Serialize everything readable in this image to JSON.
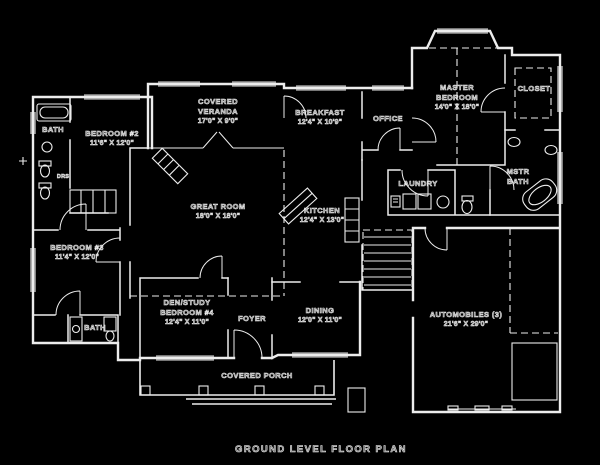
{
  "canvas": {
    "background": "#000000",
    "line_color": "#ededed",
    "text_color": "#e9e9e9"
  },
  "title": {
    "text": "GROUND LEVEL FLOOR PLAN"
  },
  "rooms": {
    "bath_upper": {
      "name": "BATH"
    },
    "dressing": {
      "name": "DRS"
    },
    "bedroom2": {
      "name": "BEDROOM #2",
      "dims": "11'6\" X 12'0\""
    },
    "covered_veranda": {
      "name_line1": "COVERED",
      "name_line2": "VERANDA",
      "dims": "17'0\" X 9'0\""
    },
    "breakfast": {
      "name": "BREAKFAST",
      "dims": "12'4\" X 10'9\""
    },
    "office": {
      "name": "OFFICE"
    },
    "master_bedroom": {
      "name_line1": "MASTER",
      "name_line2": "BEDROOM",
      "dims": "14'0\" X 18'0\""
    },
    "closet": {
      "name": "CLOSET"
    },
    "master_bath": {
      "name_line1": "MSTR",
      "name_line2": "BATH"
    },
    "laundry": {
      "name": "LAUNDRY"
    },
    "kitchen": {
      "name": "KITCHEN",
      "dims": "12'4\" X 13'0\""
    },
    "great_room": {
      "name": "GREAT ROOM",
      "dims": "18'0\" X 18'0\""
    },
    "bedroom3": {
      "name": "BEDROOM #3",
      "dims": "11'4\" X 12'0\""
    },
    "bath_lower": {
      "name": "BATH"
    },
    "den_study": {
      "name_line1": "DEN/STUDY",
      "name_line2": "BEDROOM #4",
      "dims": "12'4\" X 11'0\""
    },
    "foyer": {
      "name": "FOYER"
    },
    "dining": {
      "name": "DINING",
      "dims": "12'0\" X 11'0\""
    },
    "garage": {
      "name": "AUTOMOBILES (3)",
      "dims": "21'6\" X 29'0\""
    },
    "covered_porch": {
      "name": "COVERED PORCH"
    }
  }
}
